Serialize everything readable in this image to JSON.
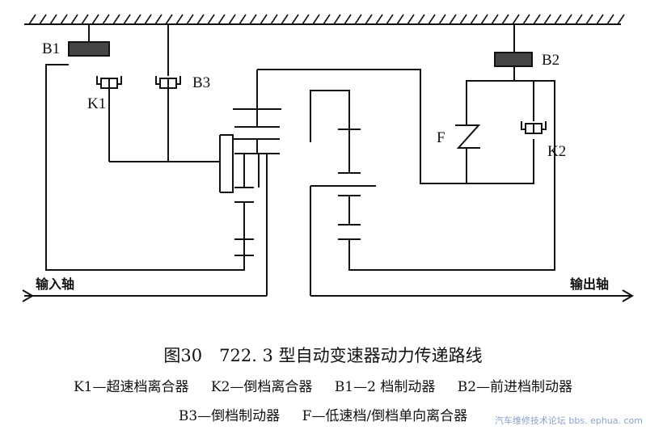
{
  "labels": {
    "b1": "B1",
    "b2": "B2",
    "b3": "B3",
    "k1": "K1",
    "k2": "K2",
    "f": "F",
    "input_shaft": "输入轴",
    "output_shaft": "输出轴"
  },
  "caption": {
    "title": "图30　722. 3 型自动变速器动力传递路线",
    "legend_line1": [
      "K1—超速档离合器",
      "K2—倒档离合器",
      "B1—2 档制动器",
      "B2—前进档制动器"
    ],
    "legend_line2": [
      "B3—倒档制动器",
      "F—低速档/倒档单向离合器"
    ]
  },
  "watermark": "汽车维修技术论坛 bbs. ephua. com",
  "colors": {
    "ink": "#111111",
    "brake_fill": "#444444",
    "watermark": "#8aa0c8"
  }
}
